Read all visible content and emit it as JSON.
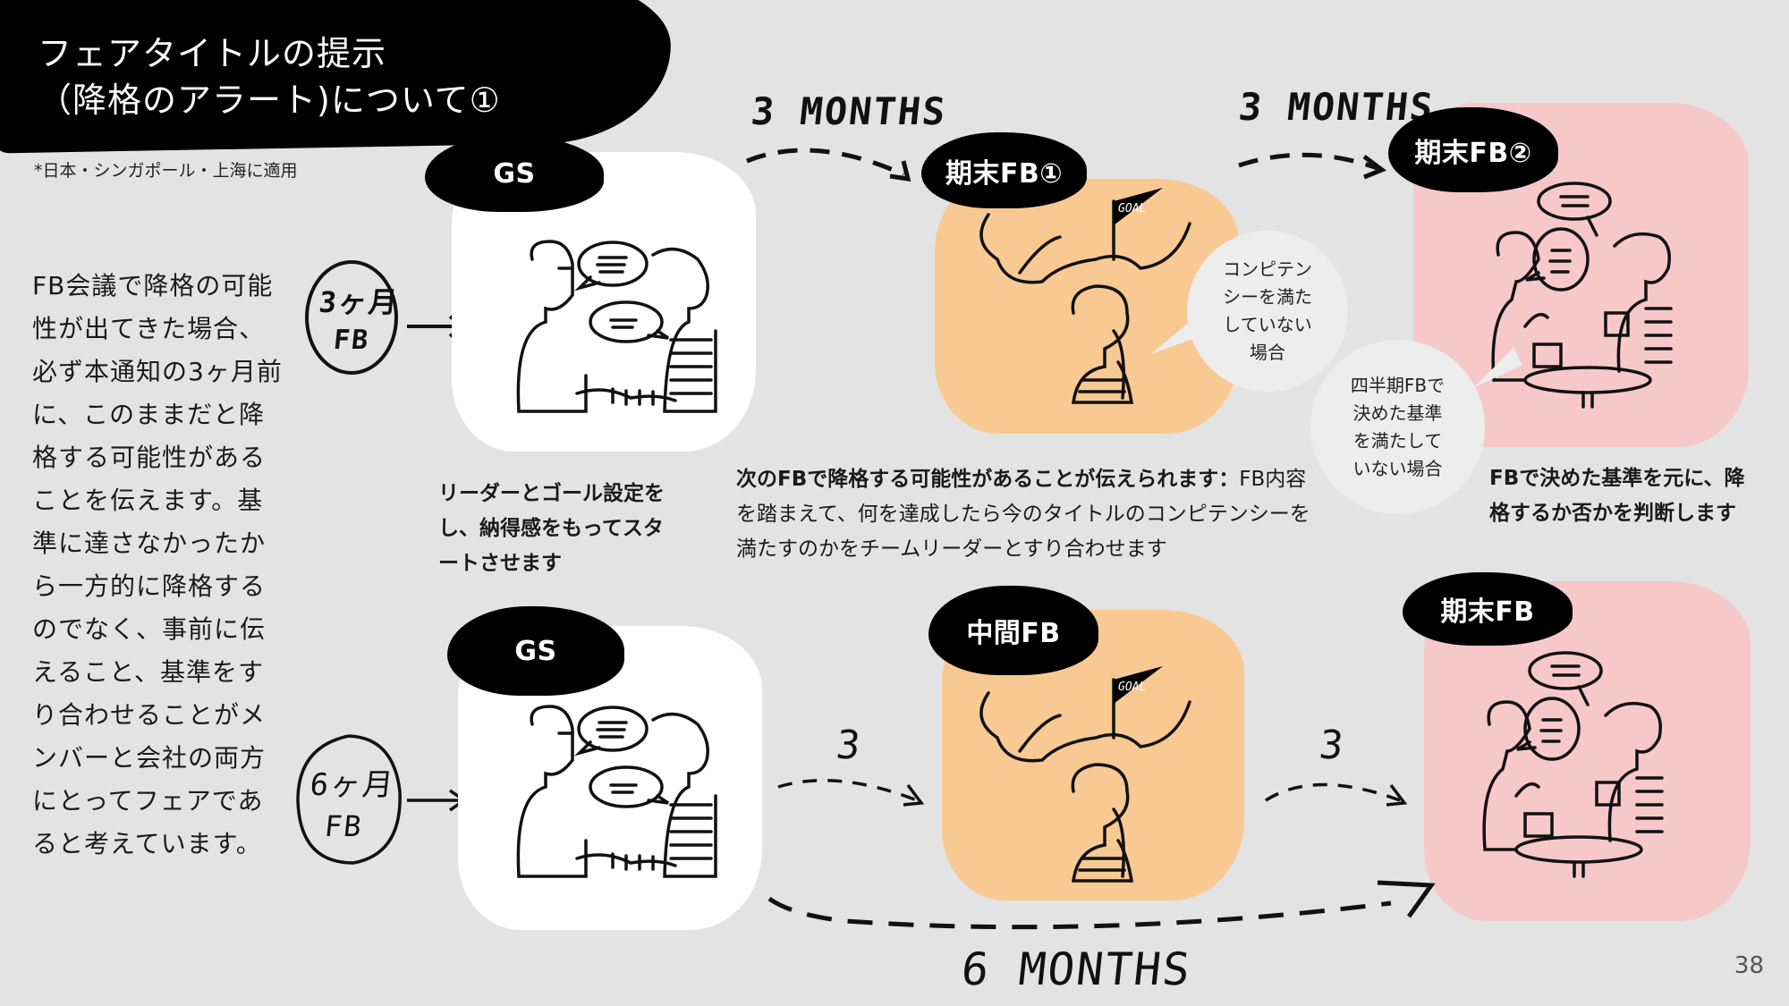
{
  "header": {
    "title_line1": "フェアタイトルの提示",
    "title_line2": "（降格のアラート)について①",
    "subtitle": "*日本・シンガポール・上海に適用"
  },
  "body_text": "FB会議で降格の可能性が出てきた場合、必ず本通知の3ヶ月前に、このままだと降格する可能性があることを伝えます。基準に達さなかったから一方的に降格するのでなく、事前に伝えること、基準をすり合わせることがメンバーと会社の両方にとってフェアであると考えています。",
  "top_flow": {
    "start_badge": {
      "line1": "3ヶ月",
      "line2": "FB"
    },
    "stages": [
      {
        "label": "GS",
        "color": "#ffffff",
        "caption": "リーダーとゴール設定をし、納得感をもってスタートさせます"
      },
      {
        "label": "期末FB①",
        "color": "#f8c992",
        "bubble": "コンピテンシーを満たしていない場合",
        "caption_bold": "次のFBで降格する可能性があることが伝えられます：",
        "caption_regular": "FB内容を踏まえて、何を達成したら今のタイトルのコンピテンシーを満たすのかをチームリーダーとすり合わせます"
      },
      {
        "label": "期末FB②",
        "color": "#f6c8c8",
        "bubble": "四半期FBで決めた基準を満たしていない場合",
        "caption": "FBで決めた基準を元に、降格するか否かを判断します"
      }
    ],
    "arrows": [
      "3 MONTHS",
      "3 MONTHS"
    ]
  },
  "bottom_flow": {
    "start_badge": {
      "line1": "6ヶ月",
      "line2": "FB"
    },
    "stages": [
      {
        "label": "GS",
        "color": "#ffffff"
      },
      {
        "label": "中間FB",
        "color": "#f8c992"
      },
      {
        "label": "期末FB",
        "color": "#f6c8c8"
      }
    ],
    "arrows": [
      "3",
      "3"
    ],
    "span_label": "6 MONTHS"
  },
  "illustration_text": {
    "goal_flag": "GOAL"
  },
  "page_number": "38"
}
